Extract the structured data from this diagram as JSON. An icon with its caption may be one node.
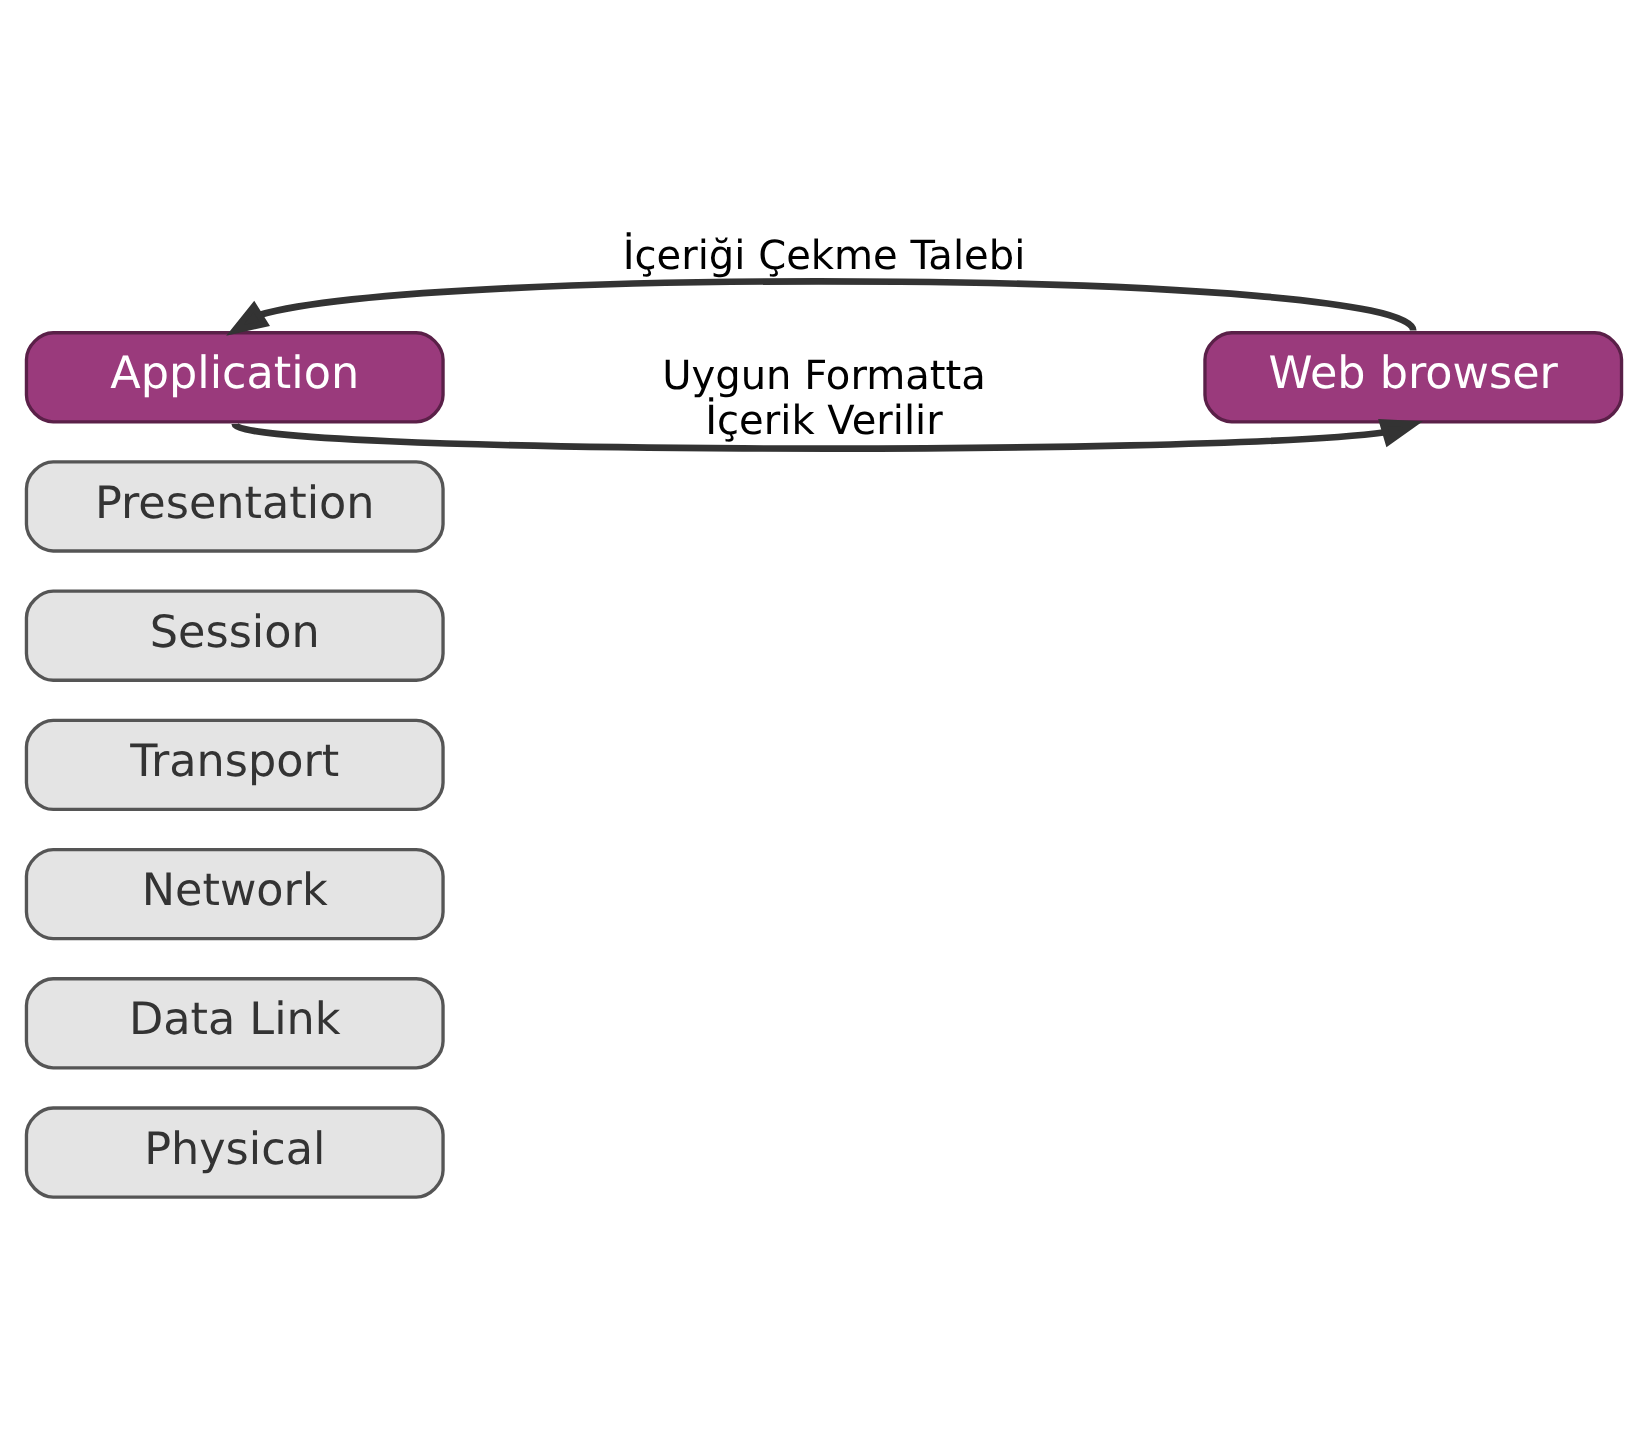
{
  "diagram": {
    "nodes": [
      {
        "text": [
          "Application"
        ]
      },
      {
        "text": [
          "Presentation"
        ]
      },
      {
        "text": [
          "Session"
        ]
      },
      {
        "text": [
          "Transport"
        ]
      },
      {
        "text": [
          "Network"
        ]
      },
      {
        "text": [
          "Data Link"
        ]
      },
      {
        "text": [
          "Physical"
        ]
      },
      {
        "text": [
          "Web browser"
        ]
      }
    ],
    "edges": [
      {
        "from": 7,
        "to": 0,
        "arrow": "to",
        "label": "İçeriği Çekme Talebi"
      },
      {
        "from": 0,
        "to": 7,
        "arrow": "to",
        "label": "Uygun Formatta İçerik Verilir"
      }
    ]
  }
}
